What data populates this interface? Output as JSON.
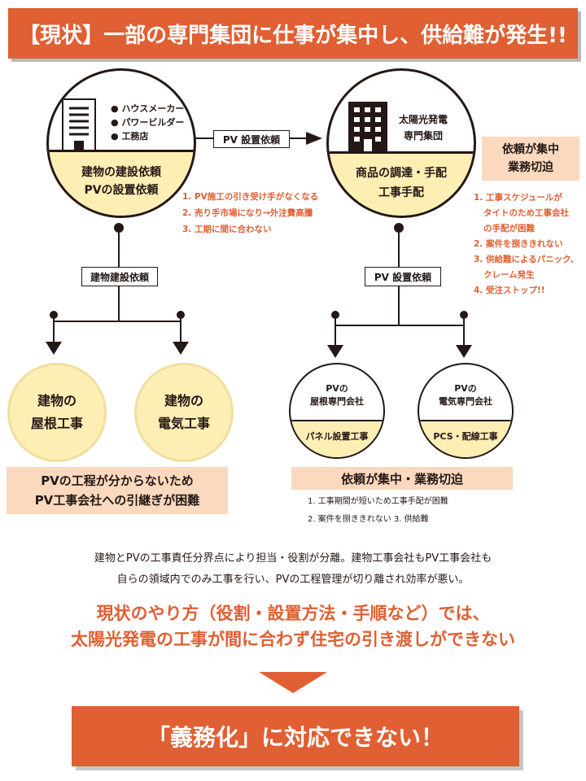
{
  "header": {
    "title": "【現状】一部の専門集団に仕事が集中し、供給難が発生!!"
  },
  "left_circle": {
    "bullets": [
      "ハウスメーカー",
      "パワービルダー",
      "工務店"
    ],
    "bottom_line1": "建物の建設依頼",
    "bottom_line2": "PVの設置依頼"
  },
  "arrow_label": "PV 設置依頼",
  "right_circle": {
    "name_line1": "太陽光発電",
    "name_line2": "専門集団",
    "bottom_line1": "商品の調達・手配",
    "bottom_line2": "工事手配"
  },
  "left_issues": [
    "1. PV施工の引き受け手がなくなる",
    "2.  売り手市場になり→外注費高騰",
    "3.  工期に間に合わない"
  ],
  "right_tag": {
    "line1": "依頼が集中",
    "line2": "業務切迫"
  },
  "right_issues": [
    "1. 工事スケジュールが",
    "タイトのため工事会社",
    "の手配が困難",
    "2. 案件を捌ききれない",
    "3. 供給難によるパニック、",
    "クレーム発生",
    "4. 受注ストップ!!"
  ],
  "left_branch_label": "建物建設依頼",
  "right_branch_label": "PV 設置依頼",
  "left_children": [
    {
      "line1": "建物の",
      "line2": "屋根工事"
    },
    {
      "line1": "建物の",
      "line2": "電気工事"
    }
  ],
  "right_children": [
    {
      "name_line1": "PVの",
      "name_line2": "屋根専門会社",
      "bottom": "パネル設置工事"
    },
    {
      "name_line1": "PVの",
      "name_line2": "電気専門会社",
      "bottom": "PCS・配線工事"
    }
  ],
  "left_note": {
    "line1": "PVの工程が分からないため",
    "line2": "PV工事会社への引継ぎが困難"
  },
  "right_note": {
    "title": "依頼が集中・業務切迫",
    "item1": "1.    工事期間が短いため工事手配が困難",
    "item2": "2.    案件を捌ききれない   3. 供給難"
  },
  "summary": {
    "line1": "建物とPVの工事責任分界点により担当・役割が分離。建物工事会社もPV工事会社も",
    "line2": "自らの領域内でのみ工事を行い、PVの工程管理が切り離され効率が悪い。"
  },
  "highlight": {
    "line1": "現状のやり方（役割・設置方法・手順など）では、",
    "line2": "太陽光発電の工事が間に合わず住宅の引き渡しができない"
  },
  "footer": {
    "title": "「義務化」に対応できない！"
  },
  "colors": {
    "accent": "#e05f33",
    "cream": "#fdeeb4",
    "peach": "#fad9be",
    "ink": "#231815"
  }
}
